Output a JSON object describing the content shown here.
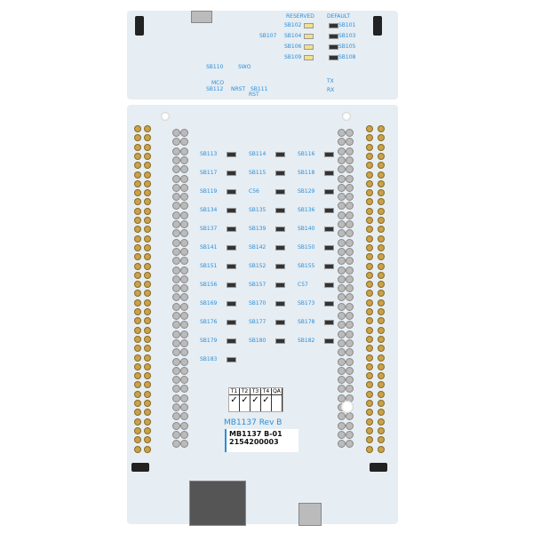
{
  "top_section": {
    "group_labels": [
      "RESERVED",
      "DEFAULT"
    ],
    "reserved_bridges": [
      "SB102",
      "SB104",
      "SB106",
      "SB109"
    ],
    "default_bridges": [
      "SB101",
      "SB103",
      "SB105",
      "SB108"
    ],
    "other_labels": [
      "SB107",
      "SB110",
      "SWO",
      "MCO",
      "SB112",
      "NRST",
      "RST",
      "SB111",
      "TX",
      "RX"
    ]
  },
  "main_labels": [
    "SB113",
    "SB114",
    "SB116",
    "SB117",
    "SB115",
    "SB118",
    "SB119",
    "C56",
    "SB129",
    "SB134",
    "SB135",
    "SB136",
    "SB137",
    "SB139",
    "SB140",
    "SB141",
    "SB142",
    "SB150",
    "SB151",
    "SB152",
    "SB155",
    "SB156",
    "SB157",
    "C57",
    "SB169",
    "SB170",
    "SB173",
    "SB176",
    "SB177",
    "SB178",
    "SB179",
    "SB180",
    "SB182",
    "SB183"
  ],
  "test_table": {
    "headers": [
      "T1",
      "T2",
      "T3",
      "T4",
      "QA"
    ]
  },
  "board_label": "MB1137 Rev B",
  "sticker": {
    "line1": "MB1137  B-01",
    "line2": "2154200003"
  },
  "colors": {
    "board": "#e6edf3",
    "silkscreen": "#2a8fd8",
    "pad": "#c9a24a"
  }
}
